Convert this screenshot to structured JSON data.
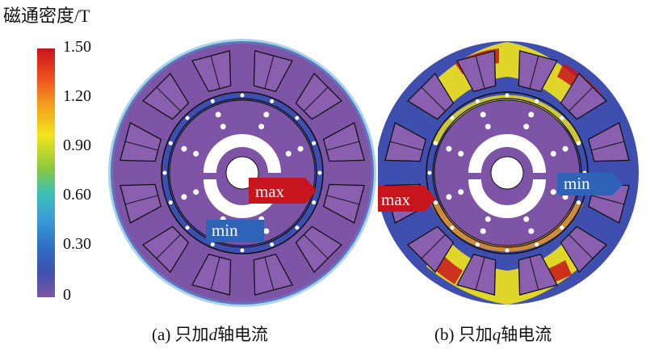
{
  "legend": {
    "title": "磁通密度/T",
    "ticks": [
      "1.50",
      "1.20",
      "0.90",
      "0.60",
      "0.30",
      "0"
    ]
  },
  "panels": [
    {
      "caption_prefix": "(a) 只加",
      "caption_axis": "d",
      "caption_suffix": "轴电流",
      "max_label": "max",
      "min_label": "min"
    },
    {
      "caption_prefix": "(b) 只加",
      "caption_axis": "q",
      "caption_suffix": "轴电流",
      "max_label": "max",
      "min_label": "min"
    }
  ],
  "colors": {
    "low": "#7e55a6",
    "mid_low": "#3f4fb0",
    "mid": "#3c9ed8",
    "high_mid": "#f2e41c",
    "high": "#c8141c",
    "max_tag": "#c8141c",
    "min_tag": "#2f63b8"
  }
}
